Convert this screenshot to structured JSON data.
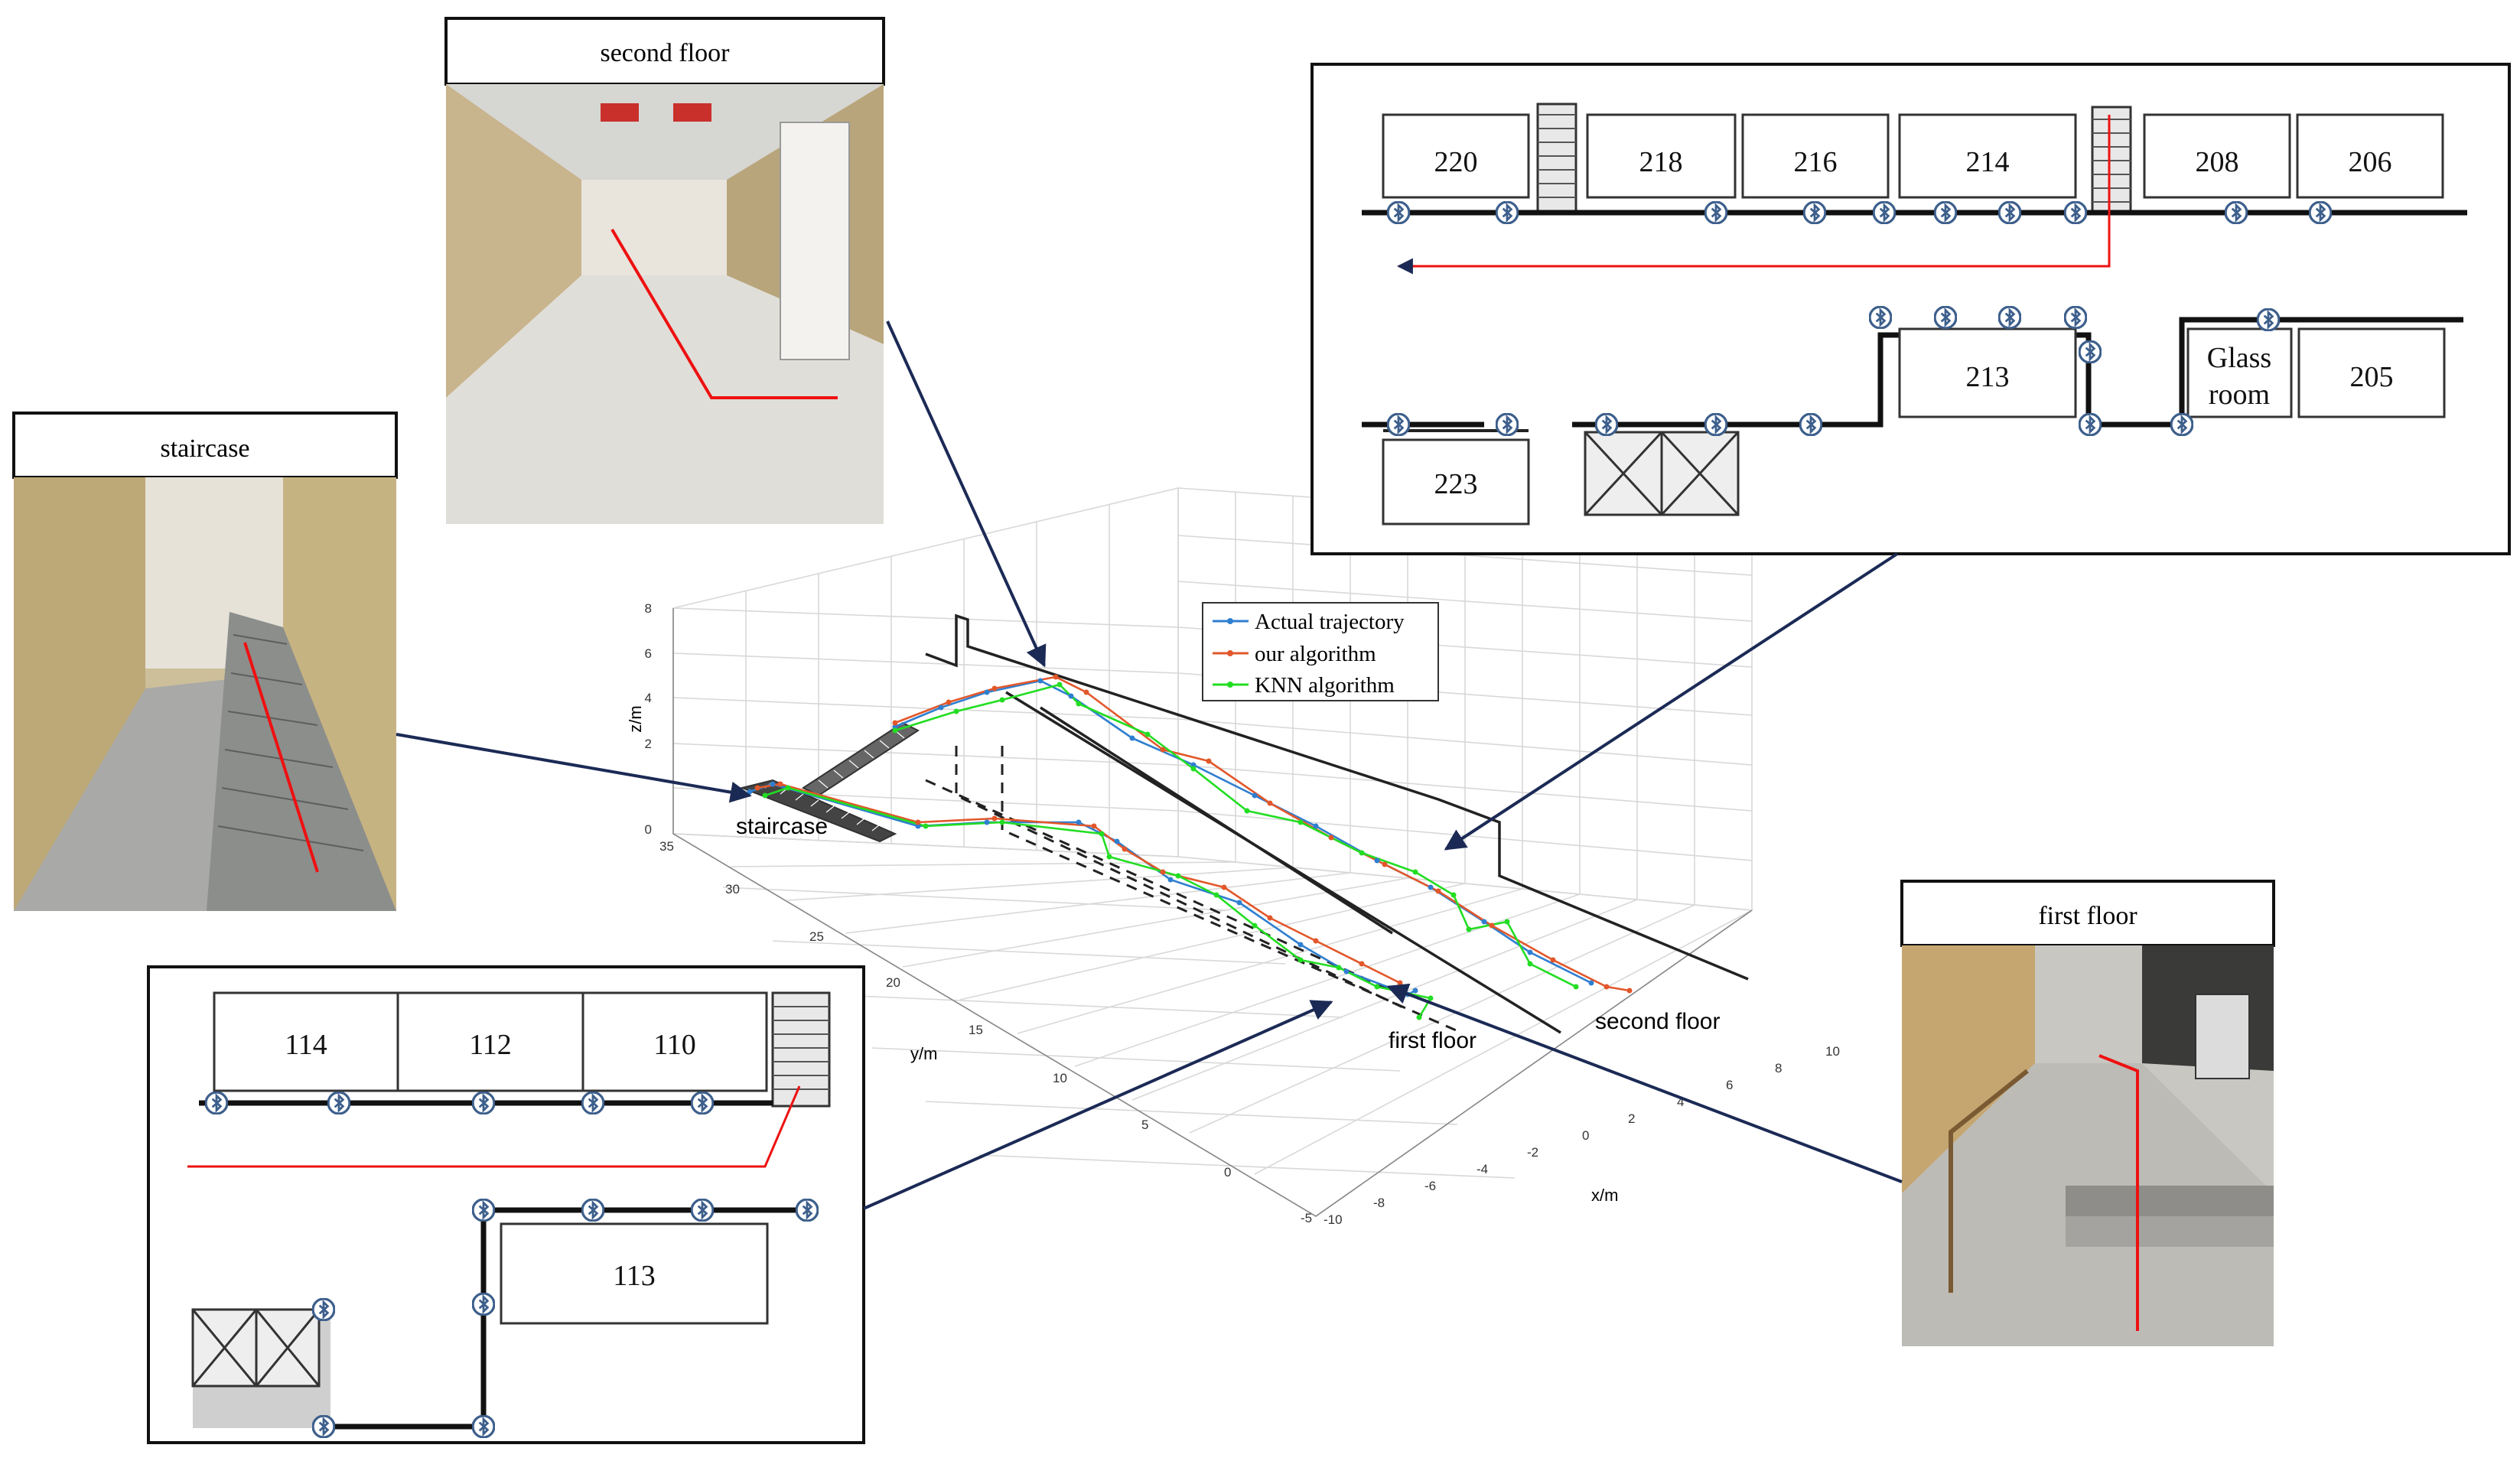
{
  "photos": {
    "second_floor": "second floor",
    "staircase": "staircase",
    "first_floor": "first floor"
  },
  "plot": {
    "zlabel": "z/m",
    "ylabel": "y/m",
    "xlabel": "x/m",
    "z_ticks": [
      "8",
      "6",
      "4",
      "2",
      "0"
    ],
    "y_ticks": [
      "35",
      "30",
      "25",
      "20",
      "15",
      "10",
      "5",
      "0",
      "-5"
    ],
    "x_ticks": [
      "-10",
      "-8",
      "-6",
      "-4",
      "-2",
      "0",
      "2",
      "4",
      "6",
      "8",
      "10"
    ],
    "labels": {
      "staircase": "staircase",
      "second_floor": "second floor",
      "first_floor": "first floor"
    },
    "legend": [
      {
        "name": "Actual trajectory",
        "color": "#2f7fd0"
      },
      {
        "name": "our algorithm",
        "color": "#e2572a"
      },
      {
        "name": "KNN algorithm",
        "color": "#22dd22"
      }
    ]
  },
  "second_floor_plan": {
    "rooms_top": [
      "220",
      "218",
      "216",
      "214",
      "208",
      "206"
    ],
    "rooms_bottom": [
      "213",
      "205",
      "223"
    ],
    "glass_room": [
      "Glass",
      "room"
    ]
  },
  "first_floor_plan": {
    "rooms_top": [
      "114",
      "112",
      "110"
    ],
    "rooms_bottom": [
      "113"
    ]
  },
  "colors": {
    "actual": "#2f7fd0",
    "ours": "#e2572a",
    "knn": "#22dd22",
    "arrow": "#1b2a55",
    "bluetooth": "#3d5f8c"
  }
}
